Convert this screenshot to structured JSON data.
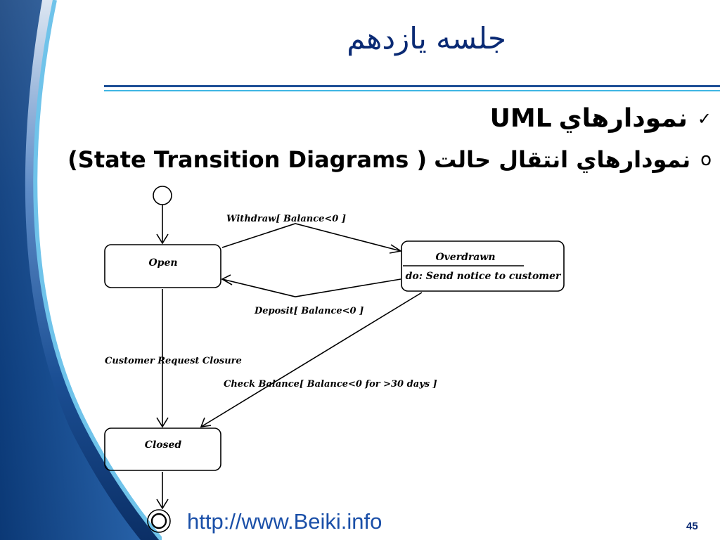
{
  "slide": {
    "title": "جلسه يازدهم",
    "bullet1": {
      "marker": "✓",
      "text_rtl": "نمودارهاي",
      "text_ltr": "UML"
    },
    "bullet2": {
      "marker": "o",
      "text_rtl": "نمودارهاي انتقال حالت",
      "text_ltr": "(State Transition Diagrams )"
    },
    "footer_url": "http://www.Beiki.info",
    "page_number": "45"
  },
  "diagram": {
    "states": {
      "open": "Open",
      "overdrawn": "Overdrawn",
      "overdrawn_activity": "do: Send notice to customer",
      "closed": "Closed"
    },
    "transitions": {
      "withdraw": "Withdraw[ Balance<0 ]",
      "deposit": "Deposit[ Balance<0 ]",
      "customer_request": "Customer Request Closure",
      "check_balance": "Check Balance[ Balance<0 for >30 days ]"
    }
  },
  "colors": {
    "title": "#0a2a74",
    "rule_dark": "#1e4f96",
    "rule_light": "#3fb6e3",
    "sidebar_dark": "#0b3a78",
    "sidebar_light": "#6fc3ea",
    "url": "#1a4fa8"
  }
}
